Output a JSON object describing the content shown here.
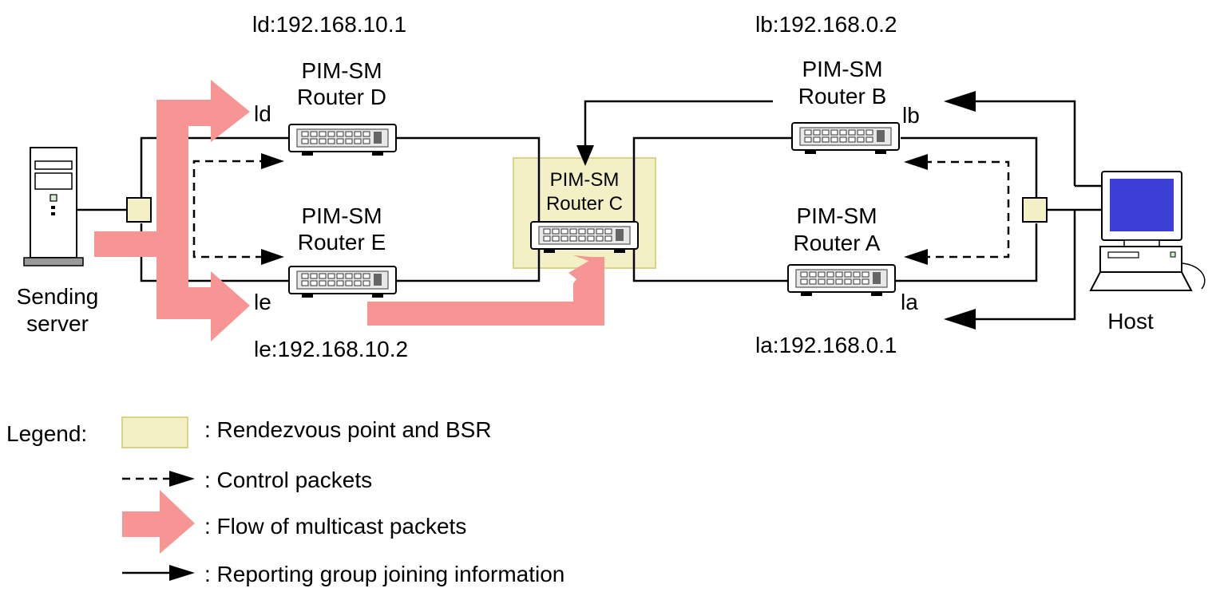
{
  "routers": {
    "d": {
      "line1": "PIM-SM",
      "line2": "Router D"
    },
    "e": {
      "line1": "PIM-SM",
      "line2": "Router E"
    },
    "c": {
      "line1": "PIM-SM",
      "line2": "Router C"
    },
    "b": {
      "line1": "PIM-SM",
      "line2": "Router B"
    },
    "a": {
      "line1": "PIM-SM",
      "line2": "Router A"
    }
  },
  "interfaces": {
    "ld_addr": "ld:192.168.10.1",
    "le_addr": "le:192.168.10.2",
    "lb_addr": "lb:192.168.0.2",
    "la_addr": "la:192.168.0.1",
    "ld": "ld",
    "le": "le",
    "lb": "lb",
    "la": "la"
  },
  "devices": {
    "server_line1": "Sending",
    "server_line2": "server",
    "host": "Host"
  },
  "legend": {
    "title": "Legend:",
    "rp": ": Rendezvous point and BSR",
    "control": ": Control packets",
    "multicast": ": Flow of multicast packets",
    "reporting": ": Reporting group joining information"
  },
  "colors": {
    "rp_fill": "#f2f0c4",
    "rp_stroke": "#d7d48a",
    "multicast_arrow": "#f79595",
    "hub_fill": "#f2f0c4",
    "screen": "#3b3fd6"
  }
}
